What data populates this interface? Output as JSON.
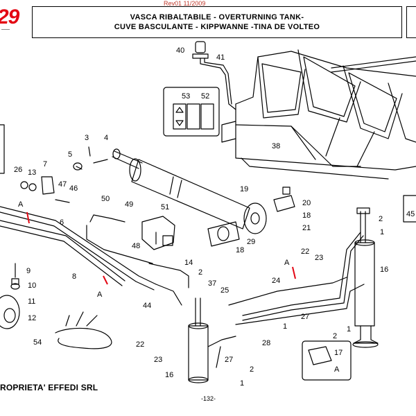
{
  "header": {
    "revision": "Rev01 11/2009",
    "logo_text": "29",
    "title_line1": "VASCA RIBALTABILE - OVERTURNING TANK-",
    "title_line2": "CUVE BASCULANTE - KIPPWANNE -TINA DE VOLTEO"
  },
  "footer": {
    "owner": "ROPRIETA' EFFEDI SRL",
    "page": "-132-"
  },
  "callouts": {
    "c1": "1",
    "c2": "2",
    "c3": "3",
    "c4": "4",
    "c5": "5",
    "c6": "6",
    "c7": "7",
    "c8": "8",
    "c9": "9",
    "c10": "10",
    "c11": "11",
    "c12": "12",
    "c13": "13",
    "c14": "14",
    "c16": "16",
    "c17": "17",
    "c18": "18",
    "c19": "19",
    "c20": "20",
    "c21": "21",
    "c22": "22",
    "c23": "23",
    "c24": "24",
    "c25": "25",
    "c26": "26",
    "c27": "27",
    "c28": "28",
    "c29": "29",
    "c37": "37",
    "c38": "38",
    "c40": "40",
    "c41": "41",
    "c44": "44",
    "c45": "45",
    "c46": "46",
    "c47": "47",
    "c48": "48",
    "c49": "49",
    "c50": "50",
    "c51": "51",
    "c52": "52",
    "c53": "53",
    "c54": "54",
    "sectionA": "A"
  },
  "colors": {
    "accent": "#e30613",
    "line": "#000000"
  }
}
